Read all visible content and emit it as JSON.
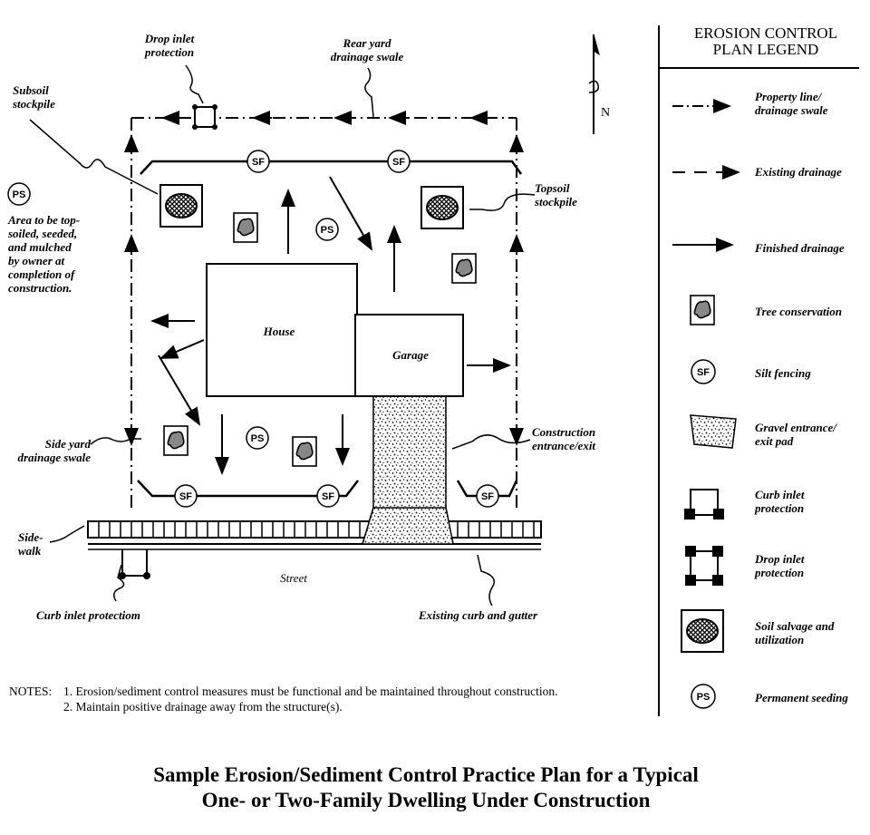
{
  "labels": {
    "drop_inlet_protection": [
      "Drop inlet",
      "protection"
    ],
    "rear_yard_swale": [
      "Rear yard",
      "drainage swale"
    ],
    "subsoil_stockpile": [
      "Subsoil",
      "stockpile"
    ],
    "area_note": [
      "Area to be top-",
      "soiled, seeded,",
      "and mulched",
      "by owner at",
      "completion of",
      "construction."
    ],
    "topsoil_stockpile": [
      "Topsoil",
      "stockpile"
    ],
    "house": "House",
    "garage": "Garage",
    "side_yard_swale": [
      "Side yard",
      "drainage swale"
    ],
    "construction_entrance": [
      "Construction",
      "entrance/exit"
    ],
    "sidewalk": [
      "Side-",
      "walk"
    ],
    "street": "Street",
    "curb_inlet_protection": "Curb inlet protectiom",
    "existing_curb": "Existing curb and gutter",
    "north": "N",
    "sf": "SF",
    "ps": "PS"
  },
  "legend": {
    "title": [
      "EROSION CONTROL",
      "PLAN LEGEND"
    ],
    "items": [
      {
        "label": [
          "Property line/",
          "drainage swale"
        ],
        "icon": "property-line-symbol"
      },
      {
        "label": [
          "Existing drainage"
        ],
        "icon": "existing-drainage-symbol"
      },
      {
        "label": [
          "Finished  drainage"
        ],
        "icon": "finished-drainage-arrow"
      },
      {
        "label": [
          "Tree conservation"
        ],
        "icon": "tree-conservation-icon"
      },
      {
        "label": [
          "Silt fencing"
        ],
        "icon": "silt-fence-icon"
      },
      {
        "label": [
          "Gravel entrance/",
          "exit pad"
        ],
        "icon": "gravel-pad-icon"
      },
      {
        "label": [
          "Curb inlet",
          "protection"
        ],
        "icon": "curb-inlet-icon"
      },
      {
        "label": [
          "Drop inlet",
          "protection"
        ],
        "icon": "drop-inlet-icon"
      },
      {
        "label": [
          "Soil salvage and",
          "utilization"
        ],
        "icon": "soil-salvage-icon"
      },
      {
        "label": [
          "Permanent seeding"
        ],
        "icon": "permanent-seeding-icon"
      }
    ]
  },
  "notes": {
    "heading": "NOTES:",
    "items": [
      "1.  Erosion/sediment control measures must be functional and be maintained throughout construction.",
      "2.  Maintain positive drainage away from the structure(s)."
    ]
  },
  "title": [
    "Sample Erosion/Sediment Control Practice Plan for a Typical",
    "One- or Two-Family Dwelling Under Construction"
  ]
}
